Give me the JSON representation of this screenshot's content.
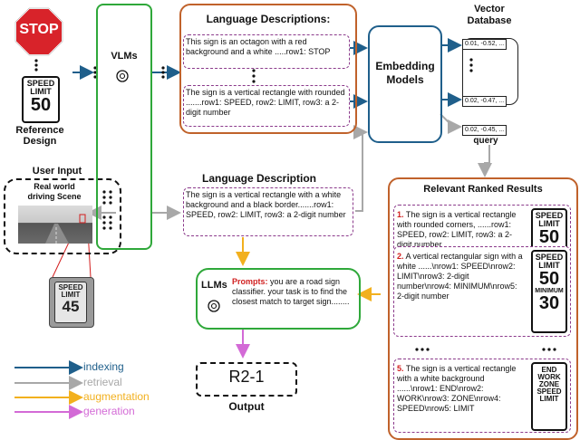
{
  "reference": {
    "stop_text": "STOP",
    "speed_line1": "SPEED",
    "speed_line2": "LIMIT",
    "speed_value": "50",
    "caption_line1": "Reference",
    "caption_line2": "Design"
  },
  "user_input": {
    "title": "User Input",
    "scene_line1": "Real world",
    "scene_line2": "driving Scene",
    "crop_line1": "SPEED",
    "crop_line2": "LIMIT",
    "crop_value": "45"
  },
  "vlms": {
    "label": "VLMs"
  },
  "language_descriptions": {
    "title": "Language Descriptions:",
    "items": [
      "This sign is an octagon with a red background and a white .....row1: STOP",
      "The sign is a vertical rectangle with rounded .......row1: SPEED, row2: LIMIT, row3: a 2-digit number"
    ]
  },
  "embedding": {
    "line1": "Embedding",
    "line2": "Models"
  },
  "vector_db": {
    "title_line1": "Vector",
    "title_line2": "Database",
    "rows": [
      "0.01, -0.52, ...",
      "0.02, -0.47, ..."
    ],
    "query_vector": "0.02, -0.45, ...",
    "query_label": "query"
  },
  "language_description": {
    "title": "Language Description",
    "text": "The sign is a vertical rectangle with a white background and a black border.......row1: SPEED, row2: LIMIT, row3: a 2-digit number"
  },
  "ranked": {
    "title": "Relevant Ranked Results",
    "items": [
      {
        "num": "1.",
        "text": " The sign is a vertical rectangle with rounded corners, ......row1: SPEED, row2: LIMIT, row3: a 2-digit number",
        "sign": [
          "SPEED",
          "LIMIT"
        ],
        "sign_value": "50"
      },
      {
        "num": "2.",
        "text": " A vertical rectangular sign with a white ......\\nrow1: SPEED\\nrow2: LIMIT\\nrow3: 2-digit number\\nrow4: MINIMUM\\nrow5: 2-digit number",
        "sign": [
          "SPEED",
          "LIMIT"
        ],
        "sign_value": "50",
        "sign_extra": "MINIMUM",
        "sign_value2": "30"
      },
      {
        "num": "5.",
        "text": " The sign is a vertical rectangle with a white background ......\\nrow1: END\\nrow2: WORK\\nrow3: ZONE\\nrow4: SPEED\\nrow5: LIMIT",
        "sign": [
          "END",
          "WORK",
          "ZONE",
          "SPEED",
          "LIMIT"
        ]
      }
    ]
  },
  "llms": {
    "label": "LLMs",
    "prompt_label": "Prompts:",
    "prompt_text": " you are a road sign classifier. your task is to find the closest match to target sign........"
  },
  "output": {
    "value": "R2-1",
    "label": "Output"
  },
  "legend": {
    "items": [
      {
        "label": "indexing",
        "color": "#1f5f8b"
      },
      {
        "label": "retrieval",
        "color": "#a8a8a8"
      },
      {
        "label": "augmentation",
        "color": "#f2b01e"
      },
      {
        "label": "generation",
        "color": "#d36ad6"
      }
    ]
  },
  "colors": {
    "indexing": "#1f5f8b",
    "retrieval": "#a8a8a8",
    "augmentation": "#f2b01e",
    "generation": "#d36ad6",
    "vlm_border": "#2fa83a",
    "panel_border": "#c0622b",
    "dashed": "#8b3a8b"
  }
}
